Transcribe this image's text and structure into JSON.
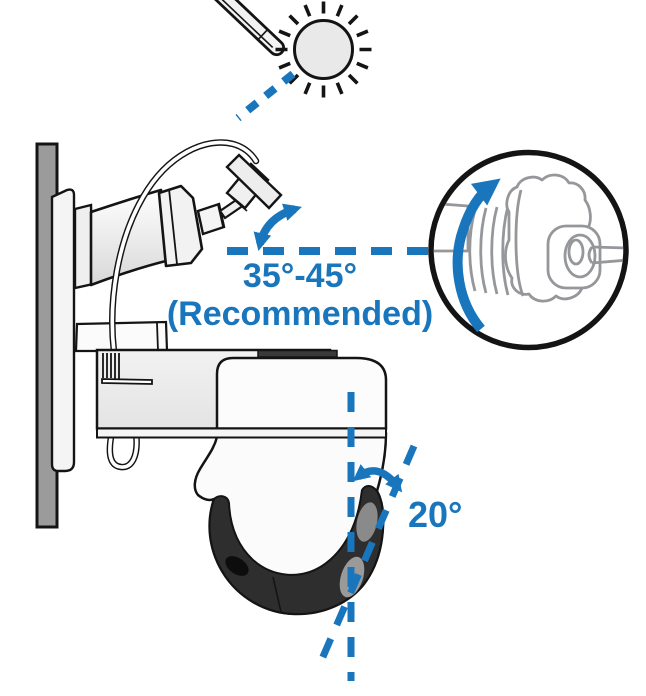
{
  "diagram": {
    "name": "security-camera-solar-panel-installation-angles",
    "labels": {
      "panel_angle": "35°-45°",
      "panel_angle_note": "(Recommended)",
      "camera_tilt_angle": "20°"
    },
    "colors": {
      "accent_blue": "#1A76BC",
      "outline_black": "#141414",
      "wall_gray": "#9B9B9B",
      "camera_band_dark": "#2E2E2E",
      "connector_gray": "#95979A",
      "sun_fill": "#E9E9E9",
      "panel_fill": "#F2F2F2",
      "background": "#FFFFFF"
    },
    "icons": {
      "sun": "sun-icon",
      "sunlight_path": "dashed-sunlight-line",
      "panel_angle_arrow": "double-headed-angle-arrow",
      "camera_angle_arrow": "double-headed-angle-arrow",
      "rotation_arrow": "curved-rotation-arrow",
      "horizontal_reference": "dashed-horizontal-guideline",
      "vertical_reference": "dashed-vertical-guideline",
      "tilt_reference": "dashed-tilted-guideline"
    }
  }
}
